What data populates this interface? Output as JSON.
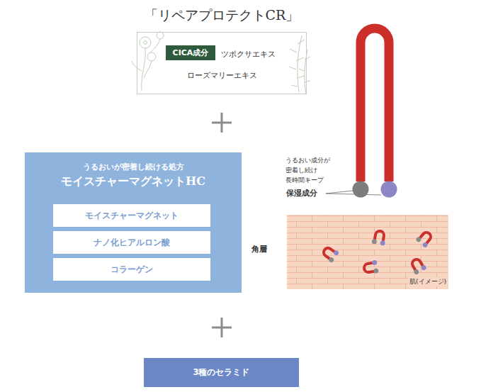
{
  "diagram": {
    "title": "「リペアプロテクトCR」",
    "nodes": [
      {
        "text": [
          "ツボクサエキス",
          "ローズマリーエキス"
        ]
      },
      {
        "text": [
          "CICA成分"
        ],
        "in": 0
      },
      {
        "text": [
          "うるおいが密着し続ける処方",
          "モイスチャーマグネットHC"
        ]
      },
      {
        "text": [
          "モイスチャーマグネット"
        ],
        "in": 2
      },
      {
        "text": [
          "ナノ化ヒアルロン酸"
        ],
        "in": 2
      },
      {
        "text": [
          "コラーゲン"
        ],
        "in": 2
      },
      {
        "text": [
          "3種のセラミド"
        ]
      }
    ],
    "labels": [
      "うるおい成分が 密着し続け 長時間キープ",
      "保湿成分",
      "角層",
      "肌(イメージ)"
    ]
  }
}
